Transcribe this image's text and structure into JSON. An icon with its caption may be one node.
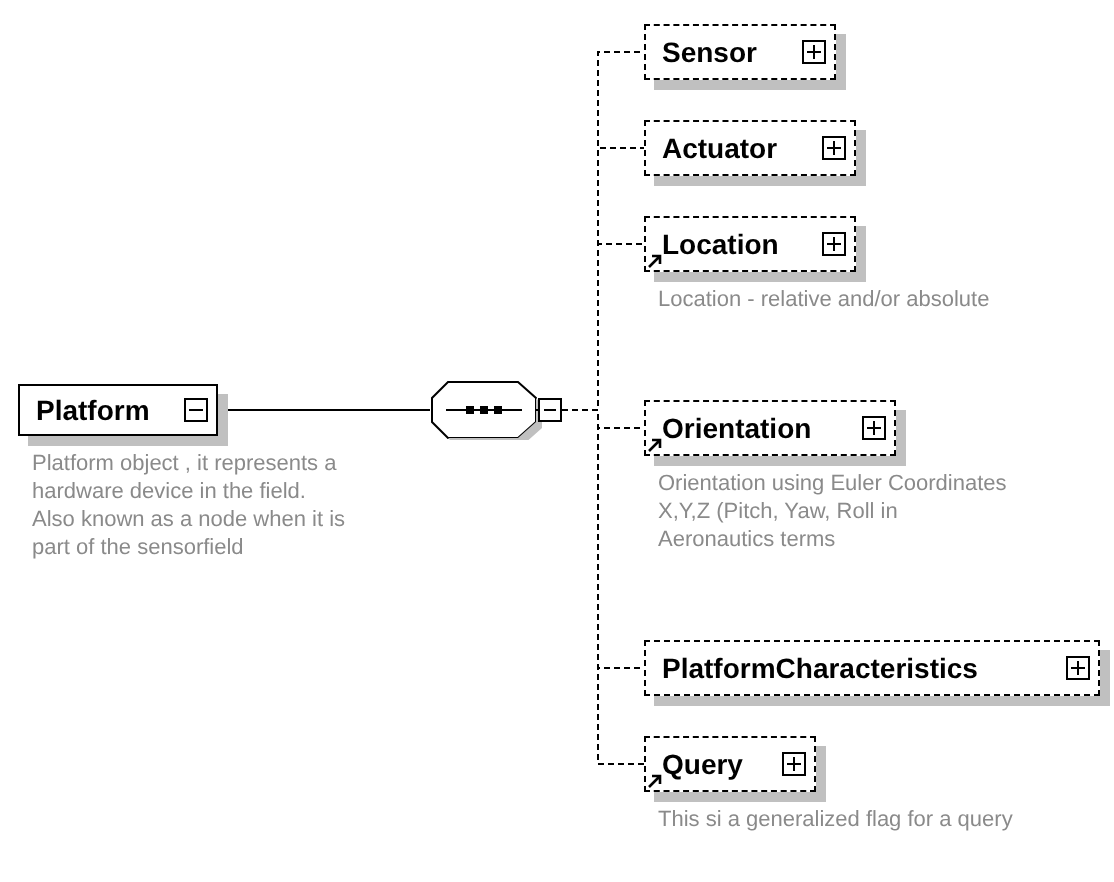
{
  "diagram": {
    "nodes": [
      {
        "text": [
          "Platform"
        ],
        "beside": [
          "Platform object , it represents a hardware device in the field. Also known as a node when it is part of the sensorfield"
        ]
      },
      {
        "text": [],
        "shape": "octagon"
      },
      {
        "text": [
          "Sensor"
        ]
      },
      {
        "text": [
          "Actuator"
        ]
      },
      {
        "text": [
          "Location"
        ],
        "beside": [
          "Location - relative and/or absolute"
        ]
      },
      {
        "text": [
          "Orientation"
        ],
        "beside": [
          "Orientation using Euler Coordinates X,Y,Z (Pitch, Yaw, Roll in Aeronautics terms"
        ]
      },
      {
        "text": [
          "PlatformCharacteristics"
        ]
      },
      {
        "text": [
          "Query"
        ],
        "beside": [
          "This si a generalized flag for a query"
        ]
      }
    ],
    "edges": [
      {
        "from": 0,
        "to": 1,
        "arrow": "none"
      },
      {
        "from": 1,
        "to": 2,
        "arrow": "none",
        "style": "dashed"
      },
      {
        "from": 1,
        "to": 3,
        "arrow": "none",
        "style": "dashed"
      },
      {
        "from": 1,
        "to": 4,
        "arrow": "none",
        "style": "dashed"
      },
      {
        "from": 1,
        "to": 5,
        "arrow": "none",
        "style": "dashed"
      },
      {
        "from": 1,
        "to": 6,
        "arrow": "none",
        "style": "dashed"
      },
      {
        "from": 1,
        "to": 7,
        "arrow": "none",
        "style": "dashed"
      }
    ]
  }
}
